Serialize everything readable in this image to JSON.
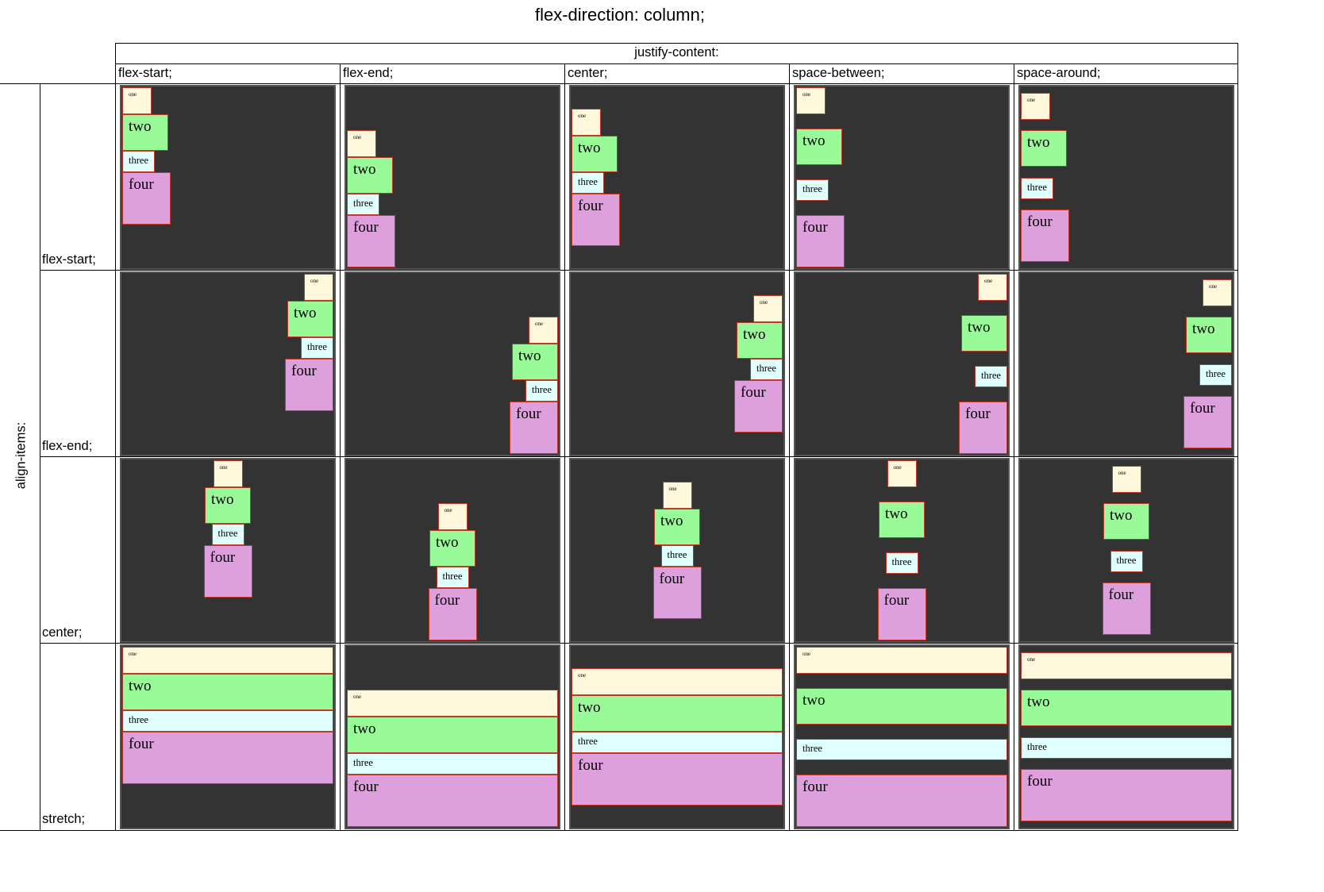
{
  "title": "flex-direction: column;",
  "justify_header": "justify-content:",
  "align_header": "align-items:",
  "columns": [
    "flex-start;",
    "flex-end;",
    "center;",
    "space-between;",
    "space-around;"
  ],
  "rows": [
    "flex-start;",
    "flex-end;",
    "center;",
    "stretch;"
  ],
  "items": [
    "one",
    "two",
    "three",
    "four"
  ],
  "item_colors": [
    "#fff8dc",
    "#98fb98",
    "#e0ffff",
    "#dda0dd"
  ],
  "container_color": "#333333",
  "item_border_color": "#c0392b"
}
